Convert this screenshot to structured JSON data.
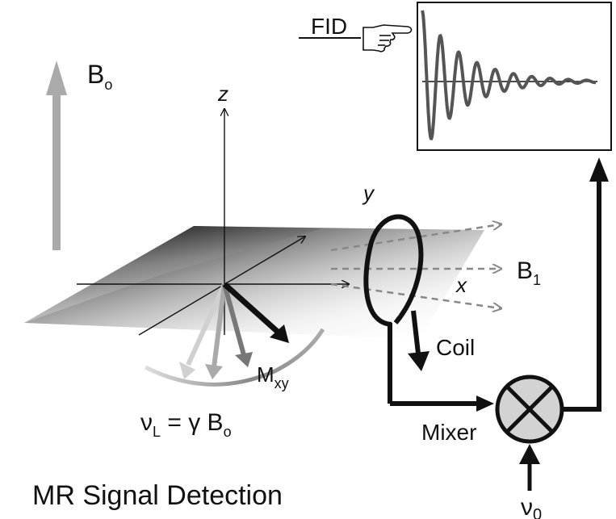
{
  "title": "MR Signal Detection",
  "labels": {
    "b0": "B",
    "b0_sub": "o",
    "z_axis": "z",
    "y_axis": "y",
    "x_axis": "x",
    "b1": "B",
    "b1_sub": "1",
    "coil": "Coil",
    "mxy": "M",
    "mxy_sub": "xy",
    "fid": "FID",
    "mixer": "Mixer",
    "nu0": "ν",
    "nu0_sub": "0",
    "larmor_nu": "ν",
    "larmor_sub": "L",
    "larmor_rest": " = γ B",
    "larmor_b_sub": "o"
  },
  "colors": {
    "b0_arrow": "#aaaaaa",
    "mixer_fill": "#d3d3d3",
    "fid_wave": "#555555",
    "b1_lines": "#888888"
  },
  "icons": {
    "pointer": "pointing-hand-icon",
    "mixer": "mixer-cross-circle-icon"
  }
}
